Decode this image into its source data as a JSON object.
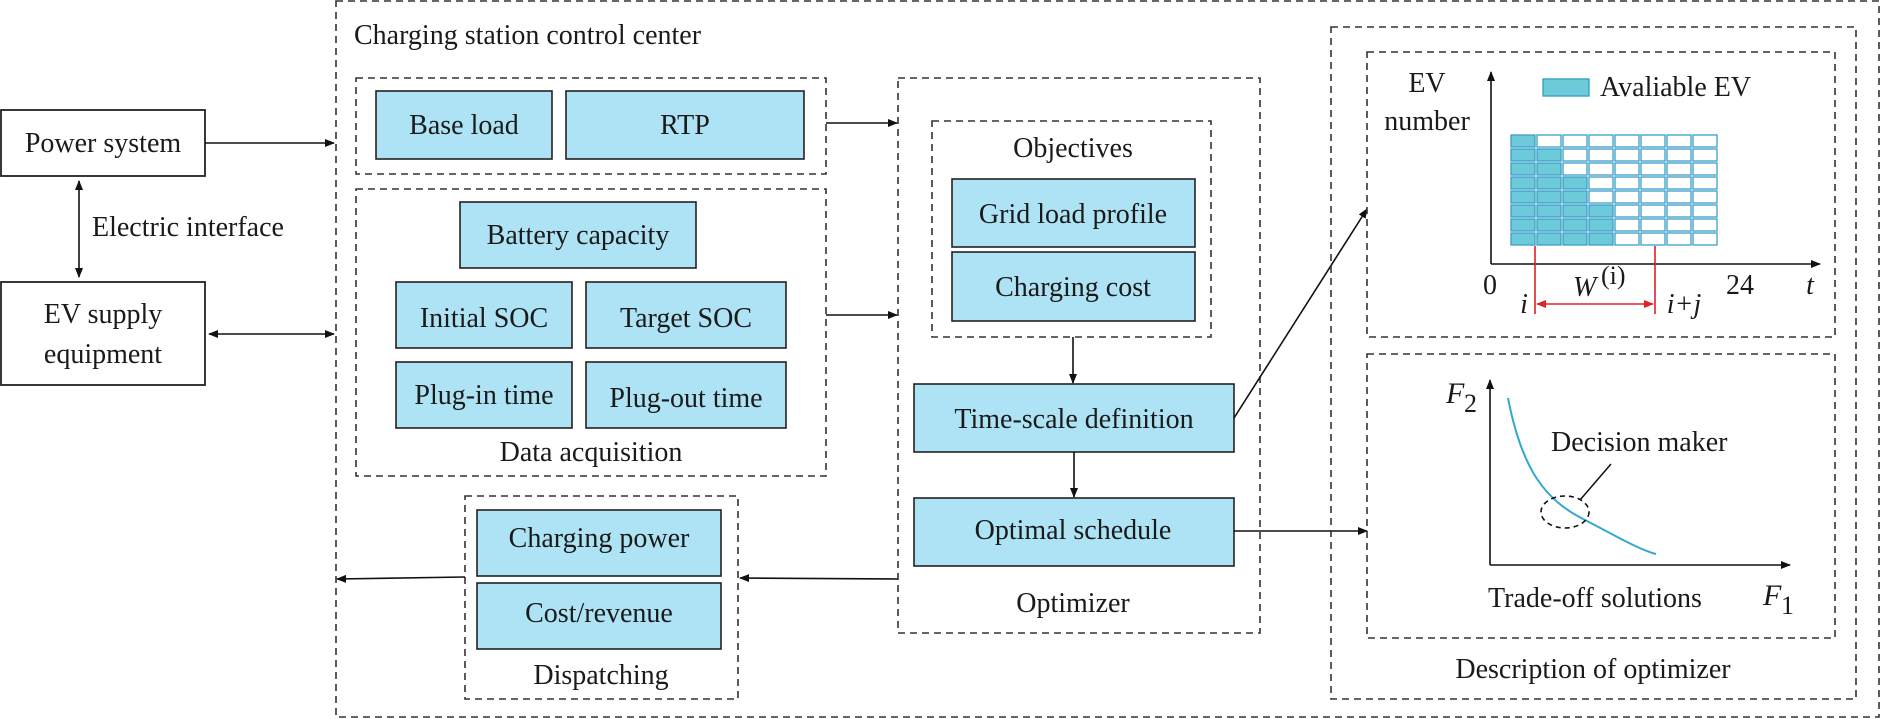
{
  "external": {
    "power_system": "Power system",
    "electric_interface": "Electric interface",
    "ev_supply_line1": "EV supply",
    "ev_supply_line2": "equipment"
  },
  "control_center": {
    "title": "Charging station control center",
    "price_group": {
      "base_load": "Base load",
      "rtp": "RTP"
    },
    "data_acquisition": {
      "label": "Data acquisition",
      "battery_capacity": "Battery capacity",
      "initial_soc": "Initial SOC",
      "target_soc": "Target SOC",
      "plug_in_time": "Plug-in time",
      "plug_out_time": "Plug-out time"
    },
    "dispatching": {
      "label": "Dispatching",
      "charging_power": "Charging power",
      "cost_revenue": "Cost/revenue"
    },
    "optimizer": {
      "label": "Optimizer",
      "objectives": "Objectives",
      "grid_load_profile": "Grid load profile",
      "charging_cost": "Charging cost",
      "time_scale_definition": "Time-scale definition",
      "optimal_schedule": "Optimal schedule"
    },
    "description": {
      "label": "Description of optimizer",
      "ev_number_line1": "EV",
      "ev_number_line2": "number",
      "legend": "Avaliable EV",
      "tick_0": "0",
      "tick_24": "24",
      "axis_t": "t",
      "mark_i": "i",
      "mark_ij": "i+j",
      "window_base": "W",
      "window_sup": "(i)",
      "grid_rows": 8,
      "grid_cols": 8,
      "available_per_column": [
        8,
        7,
        5,
        3,
        0,
        0,
        0,
        0
      ],
      "pareto_y": "F",
      "pareto_y_sub": "2",
      "pareto_x": "F",
      "pareto_x_sub": "1",
      "decision_maker": "Decision maker",
      "tradeoff": "Trade-off solutions"
    }
  },
  "colors": {
    "box_fill": "#ADE3F5",
    "cell_fill": "#6CCAD9",
    "cell_stroke": "#3A9FC8",
    "curve": "#33A8D0",
    "window_arrow": "#E0202A"
  }
}
